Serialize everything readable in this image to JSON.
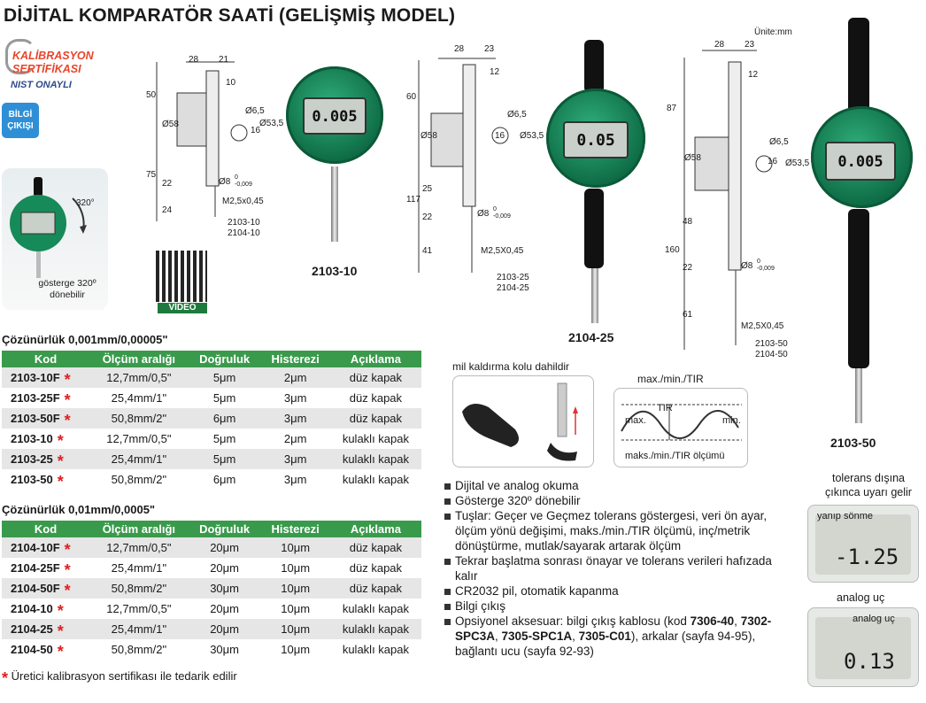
{
  "title": "DİJİTAL KOMPARATÖR SAATİ (GELİŞMİŞ MODEL)",
  "unit_note": "Ünite:mm",
  "logo": {
    "line1": "KALİBRASYON",
    "line2": "SERTİFİKASI",
    "line3": "NIST ONAYLI"
  },
  "bilgi_badge": "BİLGİ ÇIKIŞI",
  "side_photo": {
    "rotation_label": "320°",
    "caption": "gösterge 320º dönebilir"
  },
  "video_label": "VİDEO",
  "models": [
    {
      "label": "2103-10",
      "display": "0.005",
      "drawing_codes": [
        "2103-10",
        "2104-10"
      ],
      "dims": [
        "28",
        "21",
        "10",
        "50",
        "Ø58",
        "Ø6,5",
        "16",
        "Ø53,5",
        "75",
        "22",
        "Ø8",
        "0",
        "-0,009",
        "24",
        "M2,5x0,45"
      ]
    },
    {
      "label": "2104-25",
      "display": "0.05",
      "drawing_codes": [
        "2103-25",
        "2104-25"
      ],
      "dims": [
        "28",
        "23",
        "12",
        "60",
        "Ø58",
        "Ø6,5",
        "16",
        "Ø53,5",
        "117",
        "25",
        "22",
        "Ø8",
        "0",
        "-0,009",
        "41",
        "M2,5X0,45"
      ]
    },
    {
      "label": "2103-50",
      "display": "0.005",
      "drawing_codes": [
        "2103-50",
        "2104-50"
      ],
      "dims": [
        "28",
        "23",
        "12",
        "87",
        "Ø58",
        "Ø6,5",
        "16",
        "Ø53,5",
        "160",
        "48",
        "22",
        "Ø8",
        "0",
        "-0,009",
        "61",
        "M2,5X0,45"
      ]
    }
  ],
  "tables": [
    {
      "title_prefix": "Çözünürlük",
      "title_value": "0,001mm/0,00005\"",
      "headers": [
        "Kod",
        "Ölçüm aralığı",
        "Doğruluk",
        "Histerezi",
        "Açıklama"
      ],
      "rows": [
        {
          "code": "2103-10F",
          "range": "12,7mm/0,5\"",
          "accuracy": "5μm",
          "hysteresis": "2μm",
          "desc": "düz kapak"
        },
        {
          "code": "2103-25F",
          "range": "25,4mm/1\"",
          "accuracy": "5μm",
          "hysteresis": "3μm",
          "desc": "düz kapak"
        },
        {
          "code": "2103-50F",
          "range": "50,8mm/2\"",
          "accuracy": "6μm",
          "hysteresis": "3μm",
          "desc": "düz kapak"
        },
        {
          "code": "2103-10",
          "range": "12,7mm/0,5\"",
          "accuracy": "5μm",
          "hysteresis": "2μm",
          "desc": "kulaklı kapak"
        },
        {
          "code": "2103-25",
          "range": "25,4mm/1\"",
          "accuracy": "5μm",
          "hysteresis": "3μm",
          "desc": "kulaklı kapak"
        },
        {
          "code": "2103-50",
          "range": "50,8mm/2\"",
          "accuracy": "6μm",
          "hysteresis": "3μm",
          "desc": "kulaklı kapak"
        }
      ]
    },
    {
      "title_prefix": "Çözünürlük",
      "title_value": "0,01mm/0,0005\"",
      "headers": [
        "Kod",
        "Ölçüm aralığı",
        "Doğruluk",
        "Histerezi",
        "Açıklama"
      ],
      "rows": [
        {
          "code": "2104-10F",
          "range": "12,7mm/0,5\"",
          "accuracy": "20μm",
          "hysteresis": "10μm",
          "desc": "düz kapak"
        },
        {
          "code": "2104-25F",
          "range": "25,4mm/1\"",
          "accuracy": "20μm",
          "hysteresis": "10μm",
          "desc": "düz kapak"
        },
        {
          "code": "2104-50F",
          "range": "50,8mm/2\"",
          "accuracy": "30μm",
          "hysteresis": "10μm",
          "desc": "düz kapak"
        },
        {
          "code": "2104-10",
          "range": "12,7mm/0,5\"",
          "accuracy": "20μm",
          "hysteresis": "10μm",
          "desc": "kulaklı kapak"
        },
        {
          "code": "2104-25",
          "range": "25,4mm/1\"",
          "accuracy": "20μm",
          "hysteresis": "10μm",
          "desc": "kulaklı kapak"
        },
        {
          "code": "2104-50",
          "range": "50,8mm/2\"",
          "accuracy": "30μm",
          "hysteresis": "10μm",
          "desc": "kulaklı kapak"
        }
      ]
    }
  ],
  "footnote": "Üretici kalibrasyon sertifikası ile tedarik edilir",
  "lever": {
    "title": "mil kaldırma kolu dahildir"
  },
  "tir": {
    "title": "max./min./TIR",
    "max": "max.",
    "tir": "TIR",
    "min": "min.",
    "caption": "maks./min./TIR ölçümü"
  },
  "features": [
    {
      "text": "Dijital ve analog okuma"
    },
    {
      "text": "Gösterge 320º dönebilir"
    },
    {
      "text": "Tuşlar: Geçer ve Geçmez tolerans göstergesi, veri ön ayar, ölçüm yönü değişimi, maks./min./TIR ölçümü, inç/metrik dönüştürme, mutlak/sayarak artarak ölçüm"
    },
    {
      "text": "Tekrar başlatma sonrası önayar ve tolerans verileri hafızada kalır"
    },
    {
      "text": "CR2032 pil, otomatik kapanma"
    },
    {
      "text": "Bilgi çıkış"
    },
    {
      "prefix": "Opsiyonel aksesuar: bilgi çıkış kablosu (kod ",
      "codes": [
        "7306-40",
        "7302-SPC3A",
        "7305-SPC1A",
        "7305-C01"
      ],
      "suffix": "), arkalar (sayfa 94-95), bağlantı ucu (sayfa 92-93)"
    }
  ],
  "tolerance_panel": {
    "title": "tolerans dışına çıkınca uyarı gelir",
    "flash_label": "yanıp sönme",
    "reading": "-1.25"
  },
  "analog_panel": {
    "title": "analog uç",
    "pointer_label": "analog uç",
    "reading": "0.13"
  },
  "colors": {
    "table_header": "#3a9a4c",
    "star": "#e02020",
    "logo_red": "#e8452b",
    "badge_blue": "#2f8fd6",
    "dial_green": "#1a8a5a"
  }
}
